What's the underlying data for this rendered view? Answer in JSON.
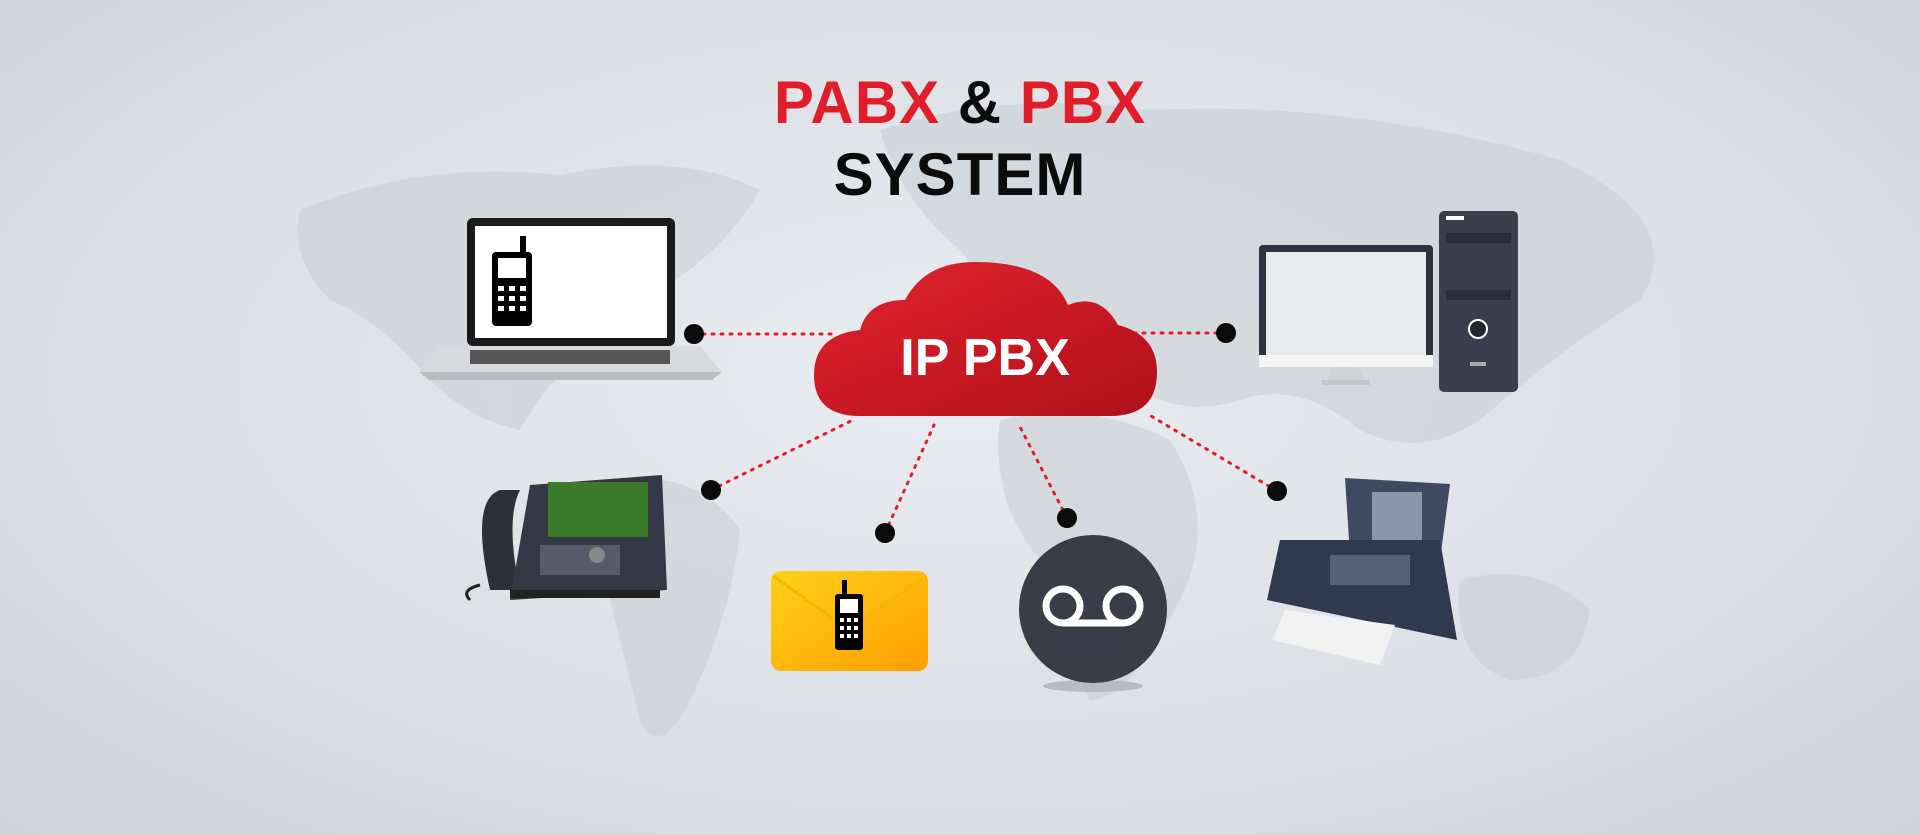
{
  "title": {
    "part1": "PABX",
    "amp": "&",
    "part2": "PBX",
    "line2": "SYSTEM"
  },
  "hub": {
    "label": "IP PBX"
  },
  "colors": {
    "accent": "#e01e29",
    "cloud": "#c8151f",
    "text": "#0b0b0b",
    "dark": "#3a3d48",
    "mail": "#ffb300"
  },
  "nodes": [
    "laptop-softphone",
    "desktop-computer",
    "ip-desk-phone",
    "sms-message",
    "voicemail",
    "fax-machine"
  ]
}
